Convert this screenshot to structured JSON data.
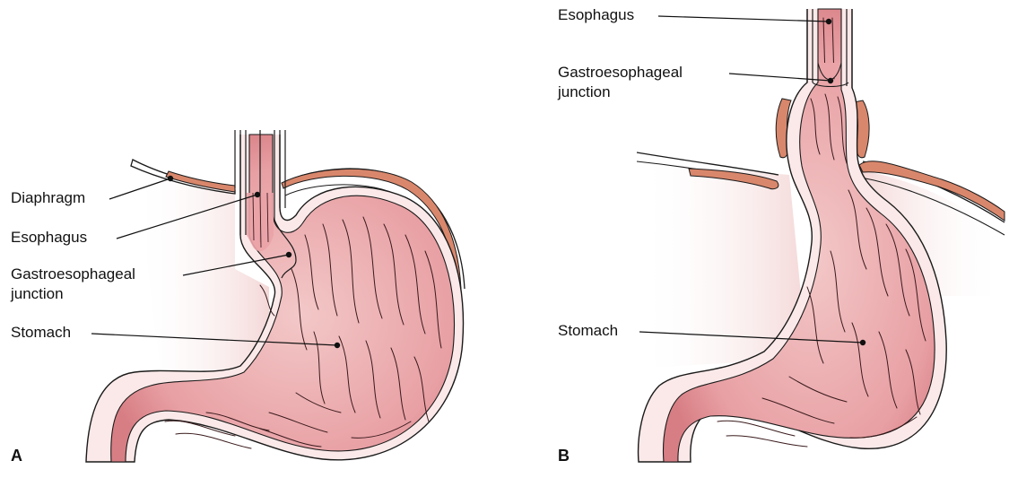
{
  "figure": {
    "panel_a": {
      "letter": "A",
      "labels": {
        "diaphragm": "Diaphragm",
        "esophagus": "Esophagus",
        "ge_junction_line1": "Gastroesophageal",
        "ge_junction_line2": "junction",
        "stomach": "Stomach"
      }
    },
    "panel_b": {
      "letter": "B",
      "labels": {
        "esophagus": "Esophagus",
        "ge_junction_line1": "Gastroesophageal",
        "ge_junction_line2": "junction",
        "stomach": "Stomach"
      }
    }
  },
  "colors": {
    "tissue_light": "#f3c8c8",
    "tissue_mid": "#e8a0a4",
    "tissue_dark": "#cc6e74",
    "diaphragm": "#d9876c",
    "outline": "#1a1a1a",
    "shade": "#f6dede"
  }
}
